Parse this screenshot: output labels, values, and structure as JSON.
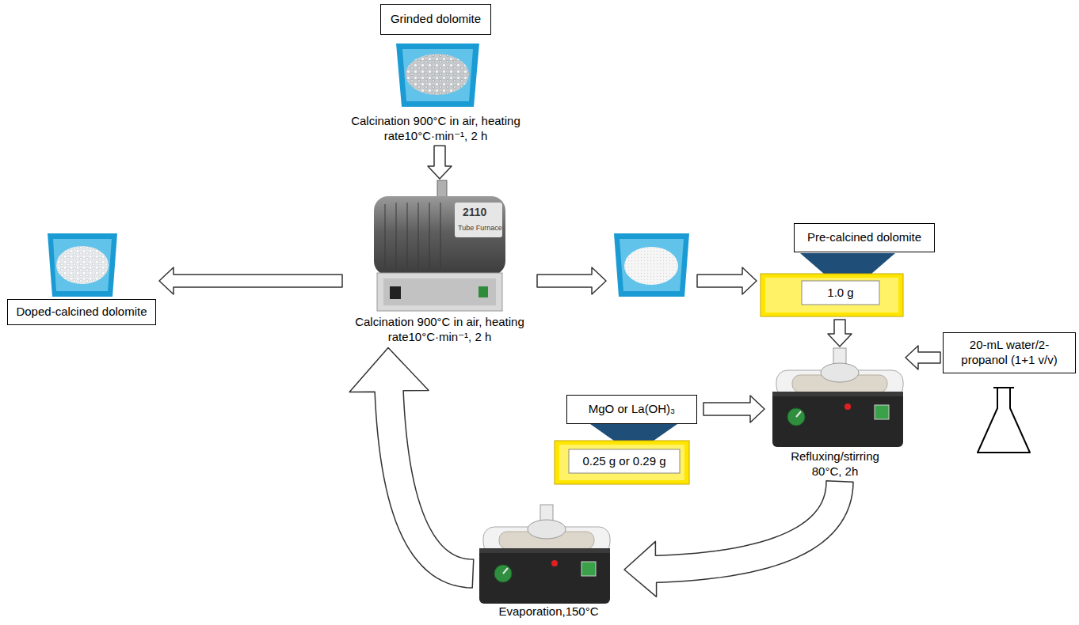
{
  "diagram": {
    "nodes": [
      {
        "text": [
          "Grinded dolomite",
          "Calcination 900°C in air, heating rate10°C·min⁻¹, 2 h"
        ]
      },
      {
        "text": [
          "Calcination 900°C in air, heating rate10°C·min⁻¹, 2 h"
        ]
      },
      {
        "text": [
          "Doped-calcined dolomite"
        ]
      },
      {
        "text": [
          "Pre-calcined dolomite",
          "1.0 g"
        ]
      },
      {
        "text": [
          "MgO or La(OH)₃",
          "0.25 g or 0.29 g"
        ]
      },
      {
        "text": [
          "Refluxing/stirring 80°C, 2h"
        ]
      },
      {
        "text": [
          "20-mL water/2-propanol (1+1 v/v)"
        ]
      },
      {
        "text": [
          "Evaporation,150°C"
        ]
      }
    ],
    "edges": [
      {
        "from": 0,
        "to": 1,
        "arrow": "to"
      },
      {
        "from": 1,
        "to": 2,
        "arrow": "to"
      },
      {
        "from": 1,
        "to": 3,
        "arrow": "to"
      },
      {
        "from": 3,
        "to": 5,
        "arrow": "to"
      },
      {
        "from": 4,
        "to": 5,
        "arrow": "to"
      },
      {
        "from": 6,
        "to": 5,
        "arrow": "to"
      },
      {
        "from": 5,
        "to": 7,
        "arrow": "to"
      },
      {
        "from": 7,
        "to": 1,
        "arrow": "to"
      }
    ],
    "labels": [
      "2110",
      "Tube Furnace"
    ]
  }
}
